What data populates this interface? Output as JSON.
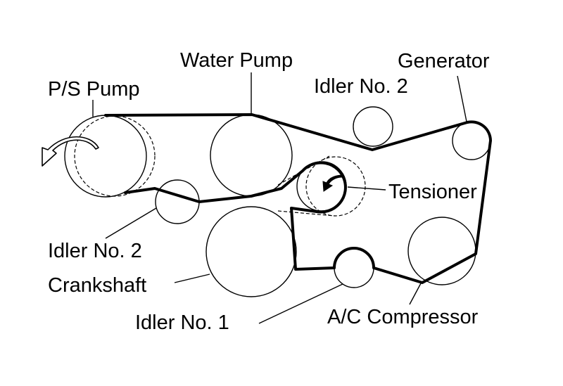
{
  "diagram": {
    "labels": {
      "ps_pump": "P/S Pump",
      "water_pump": "Water Pump",
      "idler_no2_top": "Idler No. 2",
      "generator": "Generator",
      "tensioner": "Tensioner",
      "idler_no2_left": "Idler No. 2",
      "crankshaft": "Crankshaft",
      "idler_no1": "Idler No. 1",
      "ac_compressor": "A/C Compressor"
    }
  }
}
